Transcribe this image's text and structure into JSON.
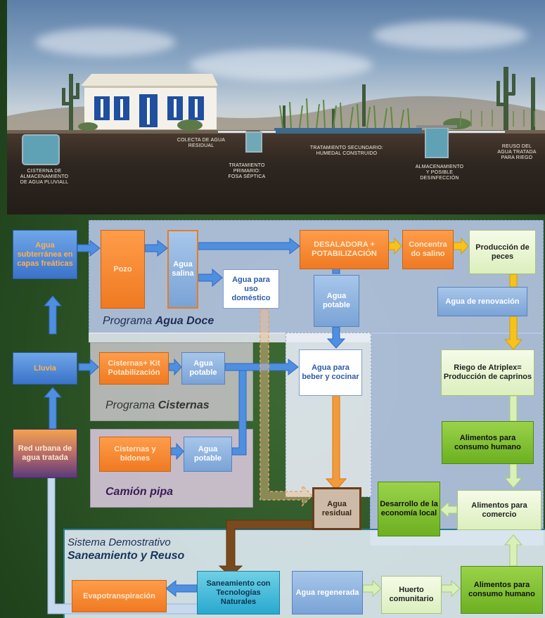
{
  "scene": {
    "labels": {
      "cistern": [
        "CISTERNA DE",
        "ALMACENAMIENTO",
        "DE AGUA PLUVIALL"
      ],
      "collect": [
        "COLECTA DE AGUA",
        "RESIDUAL"
      ],
      "primary": [
        "TRATAMIENTO",
        "PRIMARIO:",
        "FOSA SÉPTICA"
      ],
      "secondary": [
        "TRATAMIENTO SECUNDARIO:",
        "HUMEDAL CONSTRUIDO"
      ],
      "storage": [
        "ALMACENAMIENTO",
        "Y POSIBLE",
        "DESINFECCIÓN"
      ],
      "reuse": [
        "REUSO DEL",
        "AGUA TRATADA",
        "PARA RIEGO"
      ]
    }
  },
  "diagram": {
    "programs": {
      "agua_doce": {
        "prefix": "Programa ",
        "emph": "Agua Doce"
      },
      "cisternas": {
        "prefix": "Programa ",
        "emph": "Cisternas"
      },
      "camion": {
        "label": "Camión pipa"
      },
      "sistema": {
        "line1": "Sistema Demostrativo",
        "line2": "Saneamiento y Reuso"
      }
    },
    "nodes": {
      "agua_subterranea": "Agua subterránea en capas freáticas",
      "pozo": "Pozo",
      "agua_salina": "Agua salina",
      "agua_uso_domestico": "Agua para uso doméstico",
      "desaladora": "DESALADORA + POTABILIZACIÓN",
      "concentrado_salino": "Concentra do salino",
      "produccion_peces": "Producción de peces",
      "agua_potable_1": "Agua potable",
      "agua_renovacion": "Agua de renovación",
      "lluvia": "Lluvia",
      "cisternas_kit": "Cisternas+ Kit Potabilización",
      "agua_potable_2": "Agua potable",
      "agua_beber_cocinar": "Agua para beber y cocinar",
      "riego_atriplex": "Riego de Atriplex= Producción de caprinos",
      "red_urbana": "Red urbana de agua tratada",
      "cisternas_bidones": "Cisternas y bidones",
      "agua_potable_3": "Agua potable",
      "alimentos_consumo_1": "Alimentos para consumo humano",
      "desarrollo_local": "Desarrollo de la economía local",
      "alimentos_comercio": "Alimentos para comercio",
      "agua_residual": "Agua residual",
      "evapotranspiracion": "Evapotranspiración",
      "saneamiento": "Saneamiento con Tecnologías Naturales",
      "agua_regenerada": "Agua regenerada",
      "huerto": "Huerto comunitario",
      "alimentos_consumo_2": "Alimentos para consumo humano"
    }
  },
  "colors": {
    "blue_arrow": "#4f8fe0",
    "orange_arrow": "#f39a3a",
    "yellow_arrow": "#f7c21a",
    "green_arrow": "#cfeaa6",
    "brown_arrow": "#7a4a1c"
  }
}
